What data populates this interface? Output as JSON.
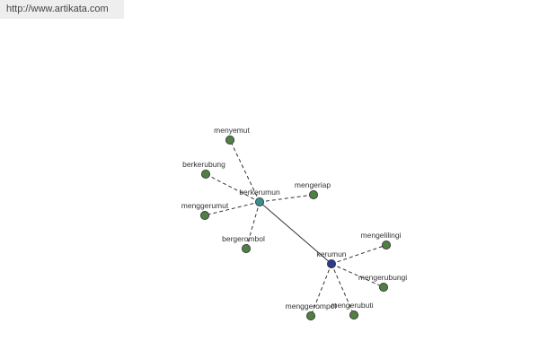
{
  "banner": {
    "url": "http://www.artikata.com"
  },
  "colors": {
    "leaf_node": "#4f7f45",
    "hub_primary": "#3a8d8f",
    "hub_secondary": "#2e3a8c",
    "edge": "#333333",
    "label": "#333333"
  },
  "graph": {
    "hubs": [
      {
        "id": "berkerumun",
        "label": "berkerumun",
        "style": "hub_primary"
      },
      {
        "id": "kerumun",
        "label": "kerumun",
        "style": "hub_secondary"
      }
    ],
    "leaves": [
      {
        "id": "menyemut",
        "label": "menyemut",
        "hub": "berkerumun"
      },
      {
        "id": "berkerubung",
        "label": "berkerubung",
        "hub": "berkerumun"
      },
      {
        "id": "mengeriap",
        "label": "mengeriap",
        "hub": "berkerumun"
      },
      {
        "id": "menggerumut",
        "label": "menggerumut",
        "hub": "berkerumun"
      },
      {
        "id": "bergerombol",
        "label": "bergerombol",
        "hub": "berkerumun"
      },
      {
        "id": "mengelilingi",
        "label": "mengelilingi",
        "hub": "kerumun"
      },
      {
        "id": "mengerubungi",
        "label": "mengerubungi",
        "hub": "kerumun"
      },
      {
        "id": "menggerompol",
        "label": "menggerompol",
        "hub": "kerumun"
      },
      {
        "id": "mengerubuti",
        "label": "mengerubuti",
        "hub": "kerumun"
      }
    ],
    "links": [
      {
        "from": "berkerumun",
        "to": "kerumun",
        "style": "solid"
      }
    ]
  }
}
